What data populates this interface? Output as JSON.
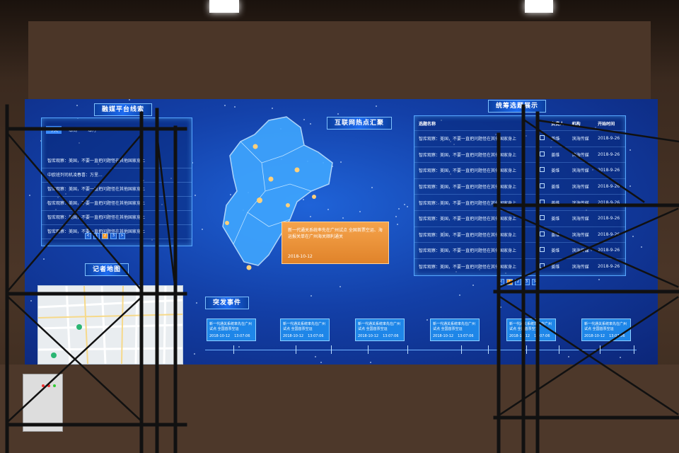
{
  "left_panel": {
    "title": "融媒平台线索",
    "tabs": [
      "今天",
      "本周",
      "本月"
    ],
    "rows": [
      "智库观察：美国，不要一直把问题怪在其他国家身上",
      "中欧班列司机凌春喜：万里...",
      "智库观察：美国，不要一直把问题怪在其他国家身上",
      "智库观察：美国，不要一直把问题怪在其他国家身上",
      "智库观察：美国，不要一直把问题怪在其他国家身上",
      "智库观察：美国，不要一直把问题怪在其他国家身上"
    ],
    "pager": [
      "<",
      "1",
      "2",
      "3",
      ">"
    ]
  },
  "reporter_map": {
    "title": "记者地图"
  },
  "hotspot": {
    "title": "互联网热点汇聚"
  },
  "popup": {
    "text": "新一代通关系统率先在广州试点 全国首票空运、海运报关单在广州海关顺利通关",
    "date": "2018-10-12"
  },
  "task_panel": {
    "title": "统筹选题展示",
    "headers": [
      "选题名称",
      "",
      "负责人",
      "机构",
      "开始时间"
    ],
    "rows": [
      [
        "智库观察：美国，不要一直把问题怪在其他国家身上",
        "姜维",
        "滨海传媒",
        "2018-9-26"
      ],
      [
        "智库观察：美国，不要一直把问题怪在其他国家身上",
        "姜维",
        "滨海传媒",
        "2018-9-26"
      ],
      [
        "智库观察：美国，不要一直把问题怪在其他国家身上",
        "姜维",
        "滨海传媒",
        "2018-9-26"
      ],
      [
        "智库观察：美国，不要一直把问题怪在其他国家身上",
        "姜维",
        "滨海传媒",
        "2018-9-26"
      ],
      [
        "智库观察：美国，不要一直把问题怪在其他国家身上",
        "姜维",
        "滨海传媒",
        "2018-9-26"
      ],
      [
        "智库观察：美国，不要一直把问题怪在其他国家身上",
        "姜维",
        "滨海传媒",
        "2018-9-26"
      ],
      [
        "智库观察：美国，不要一直把问题怪在其他国家身上",
        "姜维",
        "滨海传媒",
        "2018-9-26"
      ],
      [
        "智库观察：美国，不要一直把问题怪在其他国家身上",
        "姜维",
        "滨海传媒",
        "2018-9-26"
      ],
      [
        "智库观察：美国，不要一直把问题怪在其他国家身上",
        "姜维",
        "滨海传媒",
        "2018-9-26"
      ]
    ],
    "pager": [
      "<",
      "1",
      "2",
      "3",
      ">"
    ]
  },
  "events": {
    "title": "突发事件",
    "items": [
      {
        "text": "新一代通关系统率先在广州试点 全国首票空运",
        "date": "2018-10-12",
        "time": "13:07:06"
      },
      {
        "text": "新一代通关系统率先在广州试点 全国首票空运",
        "date": "2018-10-12",
        "time": "13:07:06"
      },
      {
        "text": "新一代通关系统率先在广州试点 全国首票空运",
        "date": "2018-10-12",
        "time": "13:07:06"
      },
      {
        "text": "新一代通关系统率先在广州试点 全国首票空运",
        "date": "2018-10-12",
        "time": "13:07:06"
      },
      {
        "text": "新一代通关系统率先在广州试点 全国首票空运",
        "date": "2018-10-12",
        "time": "13:07:06"
      },
      {
        "text": "新一代通关系统率先在广州试点 全国首票空运",
        "date": "2018-10-12",
        "time": "13:07:06"
      }
    ]
  },
  "colors": {
    "screen": "#1340a8",
    "accent": "#f39a2c",
    "panel_border": "#57a7ff",
    "map_fill": "#3fa6ff"
  }
}
